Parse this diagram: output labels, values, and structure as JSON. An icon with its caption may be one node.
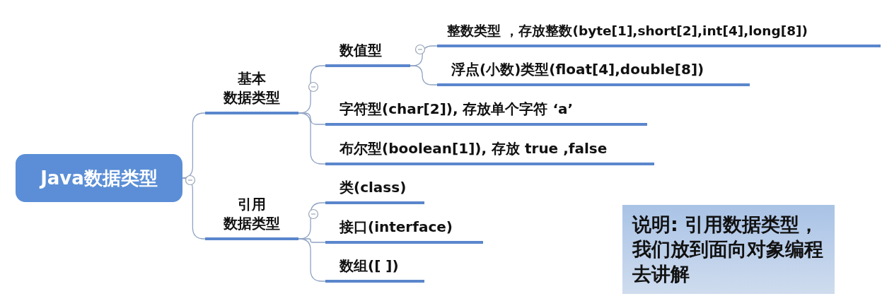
{
  "diagram": {
    "nodes": [
      {
        "text": [
          "Java数据类型"
        ]
      },
      {
        "text": [
          "基本",
          "数据类型"
        ]
      },
      {
        "text": [
          "引用",
          "数据类型"
        ]
      },
      {
        "text": [
          "数值型"
        ]
      },
      {
        "text": [
          "整数类型 ，存放整数(byte[1],short[2],int[4],long[8])"
        ]
      },
      {
        "text": [
          "浮点(小数)类型(float[4],double[8])"
        ]
      },
      {
        "text": [
          "字符型(char[2]), 存放单个字符 ‘a’"
        ]
      },
      {
        "text": [
          "布尔型(boolean[1]), 存放 true ,false"
        ]
      },
      {
        "text": [
          "类(class)"
        ]
      },
      {
        "text": [
          "接口(interface)"
        ]
      },
      {
        "text": [
          "数组([ ])"
        ]
      },
      {
        "text": [
          "说明: 引用数据类型，我们放到面向对象编程去讲解"
        ]
      }
    ],
    "edges": [
      {
        "from": 0,
        "to": 1,
        "arrow": "none"
      },
      {
        "from": 0,
        "to": 2,
        "arrow": "none"
      },
      {
        "from": 1,
        "to": 3,
        "arrow": "none"
      },
      {
        "from": 1,
        "to": 6,
        "arrow": "none"
      },
      {
        "from": 1,
        "to": 7,
        "arrow": "none"
      },
      {
        "from": 3,
        "to": 4,
        "arrow": "none"
      },
      {
        "from": 3,
        "to": 5,
        "arrow": "none"
      },
      {
        "from": 2,
        "to": 8,
        "arrow": "none"
      },
      {
        "from": 2,
        "to": 9,
        "arrow": "none"
      },
      {
        "from": 2,
        "to": 10,
        "arrow": "none"
      }
    ]
  }
}
